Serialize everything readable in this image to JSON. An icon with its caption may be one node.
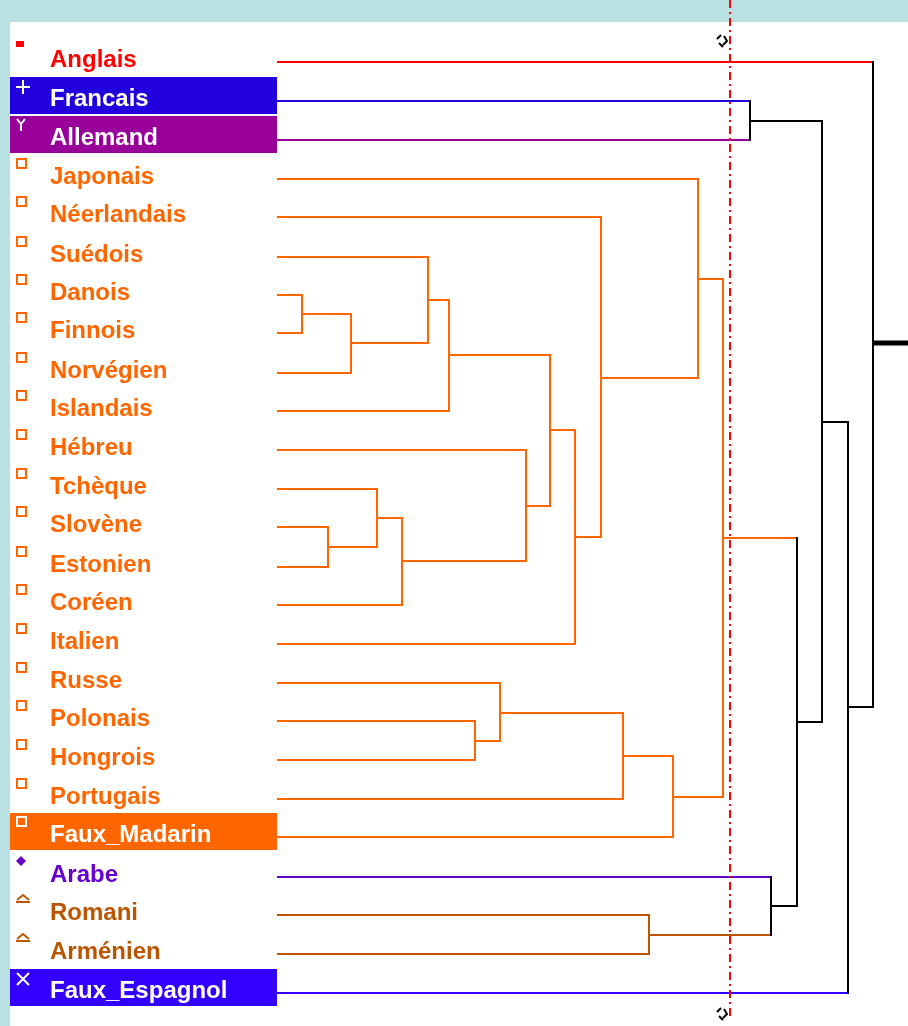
{
  "diagram": {
    "nodes": [
      {
        "text": [
          "Anglais"
        ]
      },
      {
        "text": [
          "Francais"
        ]
      },
      {
        "text": [
          "Allemand"
        ]
      },
      {
        "text": [
          "Japonais"
        ]
      },
      {
        "text": [
          "Néerlandais"
        ]
      },
      {
        "text": [
          "Suédois"
        ]
      },
      {
        "text": [
          "Danois"
        ]
      },
      {
        "text": [
          "Finnois"
        ]
      },
      {
        "text": [
          "Norvégien"
        ]
      },
      {
        "text": [
          "Islandais"
        ]
      },
      {
        "text": [
          "Hébreu"
        ]
      },
      {
        "text": [
          "Tchèque"
        ]
      },
      {
        "text": [
          "Slovène"
        ]
      },
      {
        "text": [
          "Estonien"
        ]
      },
      {
        "text": [
          "Coréen"
        ]
      },
      {
        "text": [
          "Italien"
        ]
      },
      {
        "text": [
          "Russe"
        ]
      },
      {
        "text": [
          "Polonais"
        ]
      },
      {
        "text": [
          "Hongrois"
        ]
      },
      {
        "text": [
          "Portugais"
        ]
      },
      {
        "text": [
          "Faux_Madarin"
        ]
      },
      {
        "text": [
          "Arabe"
        ]
      },
      {
        "text": [
          "Romani"
        ]
      },
      {
        "text": [
          "Arménien"
        ]
      },
      {
        "text": [
          "Faux_Espagnol"
        ]
      },
      {
        "text": [],
        "shape": "bar"
      },
      {
        "text": [],
        "shape": "bar"
      },
      {
        "text": [],
        "shape": "bar"
      },
      {
        "text": [],
        "shape": "bar"
      },
      {
        "text": [],
        "shape": "bar"
      },
      {
        "text": [],
        "shape": "bar"
      },
      {
        "text": [],
        "shape": "bar"
      },
      {
        "text": [],
        "shape": "bar"
      },
      {
        "text": [],
        "shape": "bar"
      },
      {
        "text": [],
        "shape": "bar"
      },
      {
        "text": [],
        "shape": "bar"
      },
      {
        "text": [],
        "shape": "bar"
      },
      {
        "text": [],
        "shape": "bar"
      },
      {
        "text": [],
        "shape": "bar"
      },
      {
        "text": [],
        "shape": "bar"
      },
      {
        "text": [],
        "shape": "bar"
      },
      {
        "text": [],
        "shape": "bar"
      },
      {
        "text": [],
        "shape": "bar"
      },
      {
        "text": [],
        "shape": "bar"
      },
      {
        "text": [],
        "shape": "bar"
      },
      {
        "text": [],
        "shape": "bar"
      },
      {
        "text": [],
        "shape": "bar"
      },
      {
        "text": [],
        "shape": "bar"
      },
      {
        "text": [],
        "shape": "bar"
      }
    ],
    "edges": [
      {
        "from": 0,
        "to": 48,
        "arrow": "none",
        "color": "#ff0000"
      },
      {
        "from": 1,
        "to": 43,
        "arrow": "none",
        "color": "#2200dd"
      },
      {
        "from": 2,
        "to": 43,
        "arrow": "none",
        "color": "#990099"
      },
      {
        "from": 3,
        "to": 41,
        "arrow": "none"
      },
      {
        "from": 4,
        "to": 37,
        "arrow": "none"
      },
      {
        "from": 5,
        "to": 30,
        "arrow": "none"
      },
      {
        "from": 6,
        "to": 25,
        "arrow": "none"
      },
      {
        "from": 7,
        "to": 25,
        "arrow": "none"
      },
      {
        "from": 8,
        "to": 27,
        "arrow": "none"
      },
      {
        "from": 9,
        "to": 31,
        "arrow": "none"
      },
      {
        "from": 10,
        "to": 34,
        "arrow": "none"
      },
      {
        "from": 11,
        "to": 28,
        "arrow": "none"
      },
      {
        "from": 12,
        "to": 26,
        "arrow": "none"
      },
      {
        "from": 13,
        "to": 26,
        "arrow": "none"
      },
      {
        "from": 14,
        "to": 29,
        "arrow": "none"
      },
      {
        "from": 15,
        "to": 36,
        "arrow": "none"
      },
      {
        "from": 16,
        "to": 33,
        "arrow": "none"
      },
      {
        "from": 17,
        "to": 32,
        "arrow": "none"
      },
      {
        "from": 18,
        "to": 32,
        "arrow": "none"
      },
      {
        "from": 19,
        "to": 38,
        "arrow": "none"
      },
      {
        "from": 20,
        "to": 40,
        "arrow": "none"
      },
      {
        "from": 21,
        "to": 44,
        "arrow": "none",
        "color": "#6600cc"
      },
      {
        "from": 22,
        "to": 39,
        "arrow": "none",
        "color": "#bb5500"
      },
      {
        "from": 23,
        "to": 39,
        "arrow": "none",
        "color": "#bb5500"
      },
      {
        "from": 24,
        "to": 47,
        "arrow": "none",
        "color": "#3300ff"
      },
      {
        "from": 25,
        "to": 27,
        "arrow": "none"
      },
      {
        "from": 27,
        "to": 30,
        "arrow": "none"
      },
      {
        "from": 30,
        "to": 31,
        "arrow": "none"
      },
      {
        "from": 26,
        "to": 28,
        "arrow": "none"
      },
      {
        "from": 28,
        "to": 29,
        "arrow": "none"
      },
      {
        "from": 29,
        "to": 34,
        "arrow": "none"
      },
      {
        "from": 31,
        "to": 35,
        "arrow": "none"
      },
      {
        "from": 34,
        "to": 35,
        "arrow": "none"
      },
      {
        "from": 35,
        "to": 36,
        "arrow": "none"
      },
      {
        "from": 36,
        "to": 37,
        "arrow": "none"
      },
      {
        "from": 37,
        "to": 41,
        "arrow": "none"
      },
      {
        "from": 32,
        "to": 33,
        "arrow": "none"
      },
      {
        "from": 33,
        "to": 38,
        "arrow": "none"
      },
      {
        "from": 38,
        "to": 40,
        "arrow": "none"
      },
      {
        "from": 41,
        "to": 42,
        "arrow": "none"
      },
      {
        "from": 40,
        "to": 42,
        "arrow": "none"
      },
      {
        "from": 42,
        "to": 45,
        "arrow": "none"
      },
      {
        "from": 39,
        "to": 44,
        "arrow": "none",
        "color": "#bb5500"
      },
      {
        "from": 44,
        "to": 45,
        "arrow": "none",
        "color": "#000000"
      },
      {
        "from": 45,
        "to": 46,
        "arrow": "none",
        "color": "#000000"
      },
      {
        "from": 43,
        "to": 46,
        "arrow": "none",
        "color": "#000000"
      },
      {
        "from": 46,
        "to": 47,
        "arrow": "none",
        "color": "#000000"
      },
      {
        "from": 47,
        "to": 48,
        "arrow": "none",
        "color": "#000000"
      },
      {
        "from": 48,
        "to": null,
        "arrow": "none",
        "color": "#000000",
        "style": "thick"
      }
    ]
  }
}
